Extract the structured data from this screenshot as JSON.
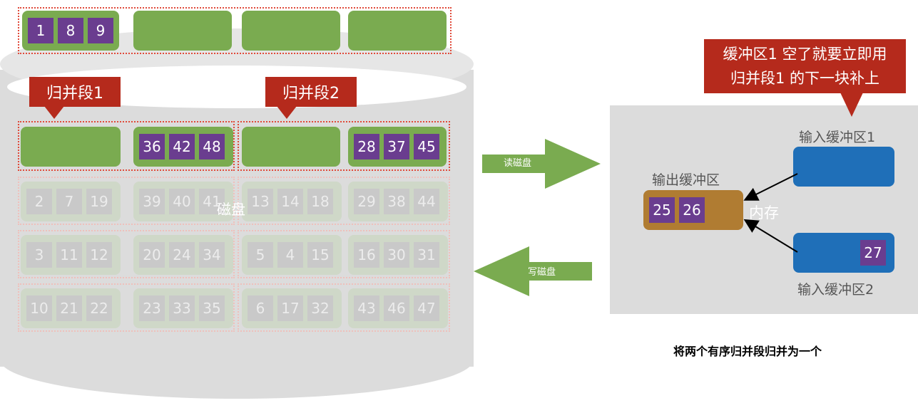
{
  "top_block_numbers": [
    "1",
    "8",
    "9"
  ],
  "callouts": {
    "segment1": "归并段1",
    "segment2": "归并段2",
    "note_line1": "缓冲区1 空了就要立即用",
    "note_line2": "归并段1 的下一块补上"
  },
  "segment1_active": [
    "36",
    "42",
    "48"
  ],
  "segment2_active": [
    "28",
    "37",
    "45"
  ],
  "faded_rows": [
    [
      [
        "2",
        "7",
        "19"
      ],
      [
        "39",
        "40",
        "41"
      ],
      [
        "13",
        "14",
        "18"
      ],
      [
        "29",
        "38",
        "44"
      ]
    ],
    [
      [
        "3",
        "11",
        "12"
      ],
      [
        "20",
        "24",
        "34"
      ],
      [
        "5",
        "4",
        "15"
      ],
      [
        "16",
        "30",
        "31"
      ]
    ],
    [
      [
        "10",
        "21",
        "22"
      ],
      [
        "23",
        "33",
        "35"
      ],
      [
        "6",
        "17",
        "32"
      ],
      [
        "43",
        "46",
        "47"
      ]
    ]
  ],
  "disk_label": "磁盘",
  "arrows": {
    "read": "读磁盘",
    "write": "写磁盘"
  },
  "memory": {
    "input_buffer1": "输入缓冲区1",
    "input_buffer2": "输入缓冲区2",
    "output_buffer": "输出缓冲区",
    "memory_label": "内存",
    "output_values": [
      "25",
      "26"
    ],
    "input2_value": "27"
  },
  "caption": "将两个有序归并段归并为一个",
  "colors": {
    "green": "#7aab50",
    "purple": "#6a3d8f",
    "red": "#b52a1c",
    "blue": "#1f6fb8",
    "brown": "#b07c32"
  }
}
